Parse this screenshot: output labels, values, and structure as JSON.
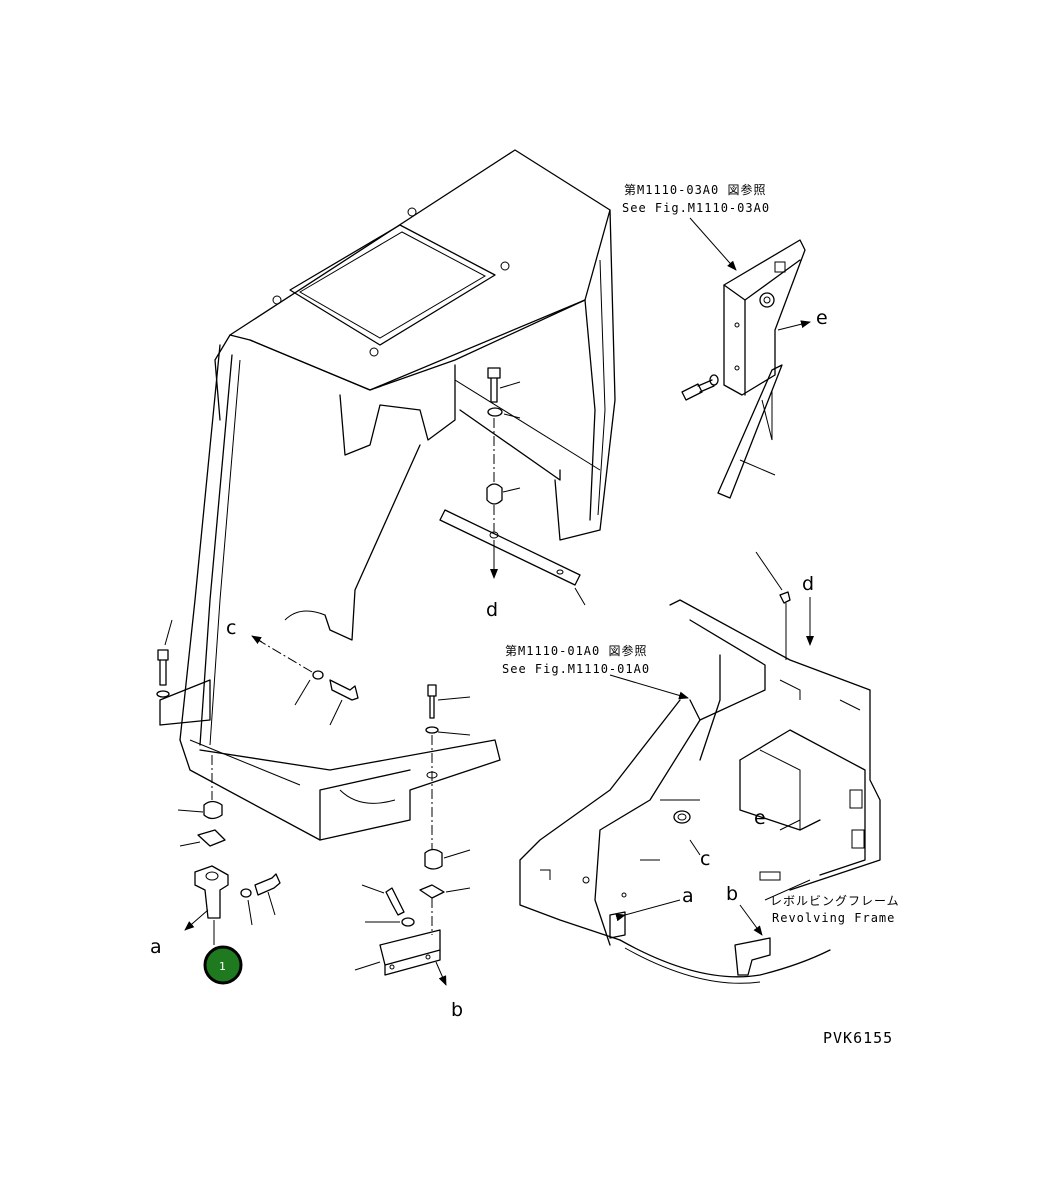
{
  "references": {
    "cab_ref_jp": "第M1110-03A0 図参照",
    "cab_ref_en": "See Fig.M1110-03A0",
    "frame_ref_jp": "第M1110-01A0 図参照",
    "frame_ref_en": "See Fig.M1110-01A0"
  },
  "frame_label": {
    "jp": "レボルビングフレーム",
    "en": "Revolving Frame"
  },
  "direction_labels": {
    "a": "a",
    "b": "b",
    "c": "c",
    "d": "d",
    "e": "e"
  },
  "callout": {
    "number": "1",
    "color": "#1f7a1f"
  },
  "drawing_code": "PVK6155"
}
